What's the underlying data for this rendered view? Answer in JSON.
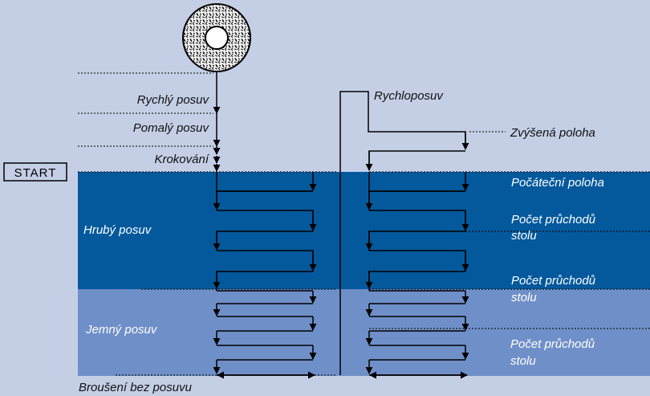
{
  "diagram": {
    "start_label": "START",
    "left_column": {
      "rychly_posuv": "Rychlý posuv",
      "pomaly_posuv": "Pomalý posuv",
      "krokovani": "Krokování",
      "hruby_posuv": "Hrubý posuv",
      "jemny_posuv": "Jemný posuv",
      "brouseni": "Broušení bez posuvu"
    },
    "right_column": {
      "rychloposuv": "Rychloposuv",
      "zvysena_poloha": "Zvýšená poloha",
      "pocatecni_poloha": "Počáteční poloha",
      "pocet_1_line1": "Počet průchodů",
      "pocet_1_line2": "stolu",
      "pocet_2_line1": "Počet průchodů",
      "pocet_2_line2": "stolu",
      "pocet_3_line1": "Počet průchodů",
      "pocet_3_line2": "stolu"
    },
    "colors": {
      "background": "#c4cfe6",
      "coarse_band": "#03599c",
      "fine_band": "#6f8fc8",
      "line": "#000000"
    }
  }
}
